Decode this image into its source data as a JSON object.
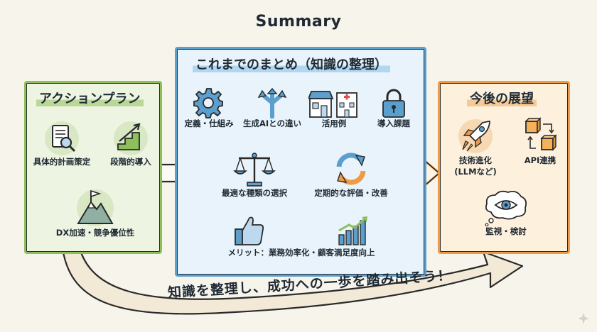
{
  "title": "Summary",
  "left_panel": {
    "title": "アクションプラン",
    "items": [
      {
        "label": "具体的計画策定",
        "icon": "document-magnifier-icon"
      },
      {
        "label": "段階的導入",
        "icon": "rising-stairs-arrow-icon"
      },
      {
        "label": "DX加速・競争優位性",
        "icon": "mountain-flag-icon"
      }
    ]
  },
  "center_panel": {
    "title": "これまでのまとめ（知識の整理）",
    "items": [
      {
        "label": "定義・仕組み",
        "icon": "gear-icon"
      },
      {
        "label": "生成AIとの違い",
        "icon": "split-arrows-icon"
      },
      {
        "label": "活用例",
        "icon": "store-hospital-icon"
      },
      {
        "label": "導入課題",
        "icon": "padlock-icon"
      },
      {
        "label": "最適な種類の選択",
        "icon": "balance-scale-icon"
      },
      {
        "label": "定期的な評価・改善",
        "icon": "refresh-cycle-icon"
      },
      {
        "label": "メリット：業務効率化・顧客満足度向上",
        "icon": "thumbs-up-chart-icon"
      }
    ]
  },
  "right_panel": {
    "title": "今後の展望",
    "items": [
      {
        "label": "技術進化\n(LLMなど)",
        "icon": "rocket-icon"
      },
      {
        "label": "API連携",
        "icon": "connected-cubes-icon"
      },
      {
        "label": "監視・検討",
        "icon": "eye-bubble-icon"
      }
    ]
  },
  "tagline": "知識を整理し、成功への一歩を踏み出そう！",
  "colors": {
    "background": "#f7f4ec",
    "green": "#8dbf5a",
    "blue": "#5b9fcf",
    "orange": "#ef9a45",
    "ink": "#1f2a33"
  }
}
